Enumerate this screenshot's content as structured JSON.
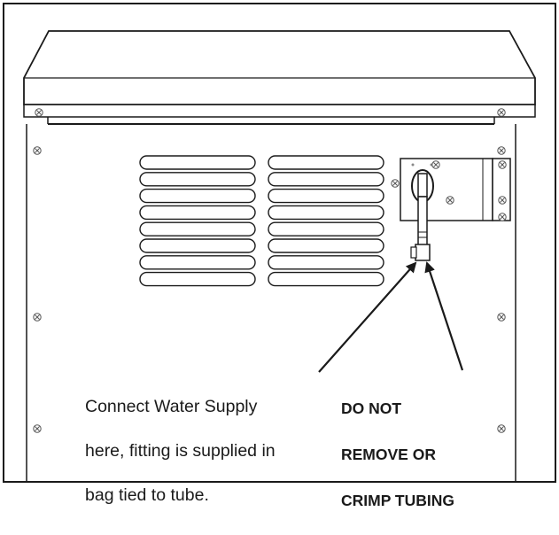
{
  "colors": {
    "background": "#ffffff",
    "line": "#1a1a1a",
    "vent_fill": "#ffffff",
    "screw": "#555555"
  },
  "callouts": {
    "connect_lines": [
      "Connect Water Supply",
      "here, fitting is supplied in",
      "bag tied to tube."
    ],
    "warning_lines": [
      "DO NOT",
      "REMOVE OR",
      "CRIMP TUBING"
    ]
  },
  "vents": {
    "columns": 2,
    "rows": 8
  },
  "icons": {
    "screw": "screw-icon",
    "arrow": "arrow-icon"
  }
}
